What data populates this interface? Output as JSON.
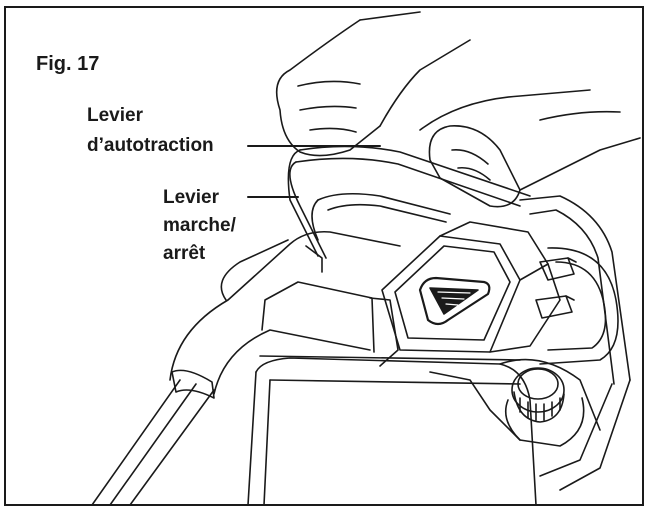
{
  "figure": {
    "label": "Fig. 17"
  },
  "callouts": {
    "self_propel": {
      "line1": "Levier",
      "line2": "d’autotraction"
    },
    "on_off": {
      "line1": "Levier",
      "line2": "marche/",
      "line3": "arrêt"
    }
  },
  "colors": {
    "ink": "#1a1a1a",
    "paper": "#ffffff"
  }
}
